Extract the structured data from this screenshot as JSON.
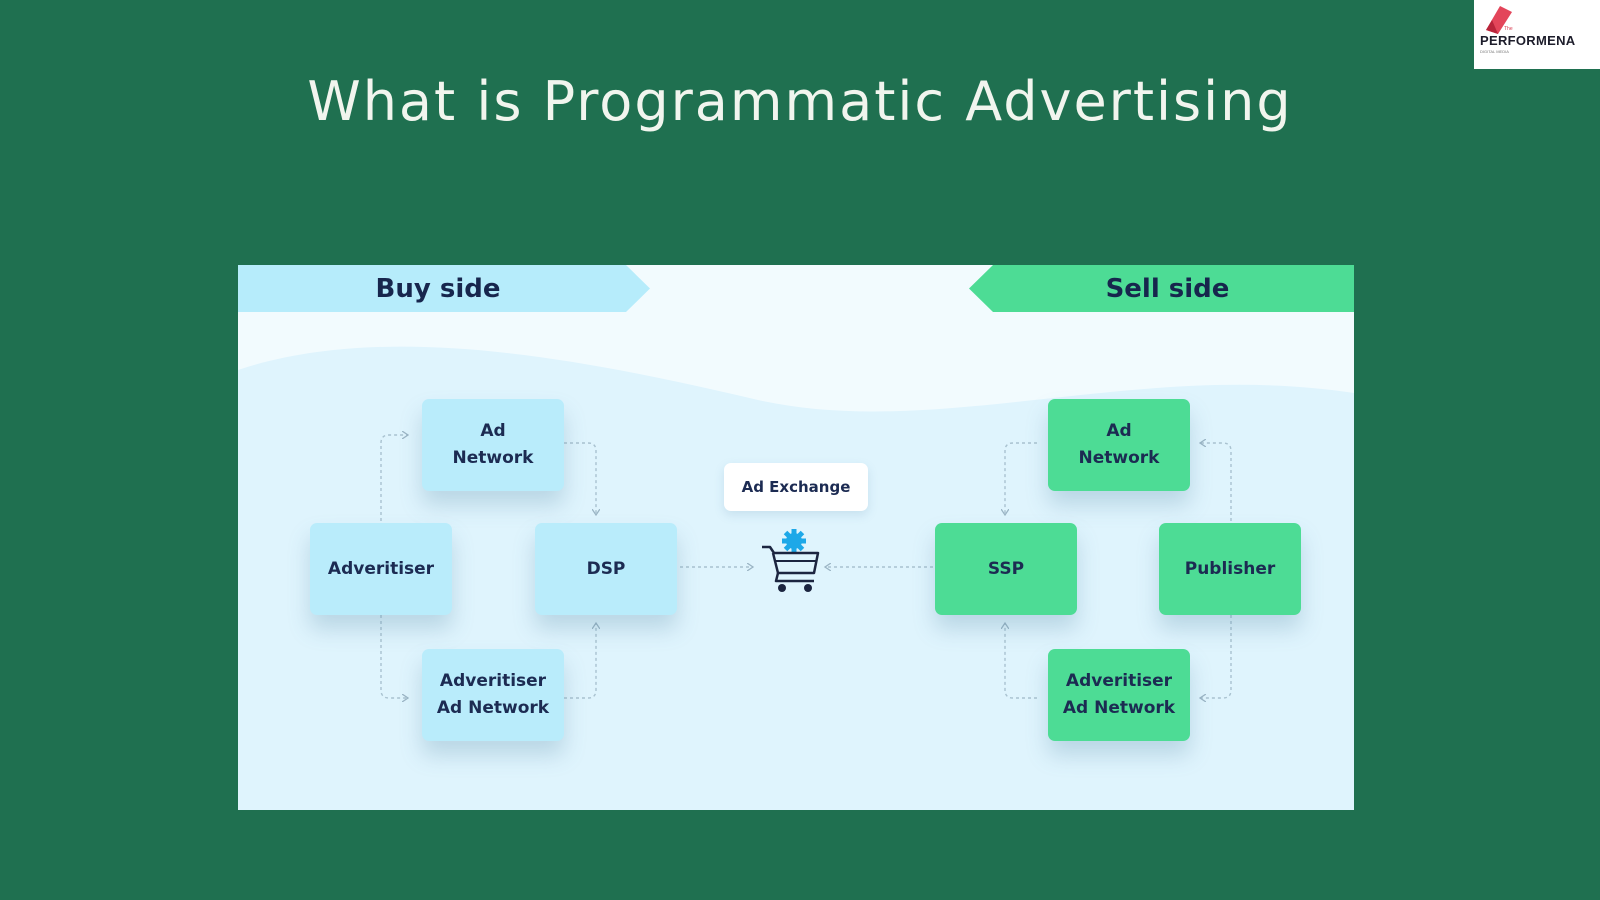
{
  "slide": {
    "title": "What is Programmatic Advertising"
  },
  "logo": {
    "small_text": "The",
    "name": "PERFORMENA",
    "tagline": "DIGITAL MEDIA",
    "icon": "performena-logo-mark",
    "accent_color": "#e3455a"
  },
  "colors": {
    "background": "#1f7050",
    "buy_side": "#b9ecfb",
    "sell_side": "#4ddc95",
    "text_dark": "#1c2b52"
  },
  "diagram": {
    "buy_side_label": "Buy side",
    "sell_side_label": "Sell side",
    "buy_nodes": {
      "ad_network": "Ad\nNetwork",
      "advertiser": "Adveritiser",
      "dsp": "DSP",
      "advertiser_ad_network": "Adveritiser\nAd Network"
    },
    "center": {
      "label": "Ad Exchange",
      "icon": "shopping-cart-gear-icon"
    },
    "sell_nodes": {
      "ad_network": "Ad\nNetwork",
      "ssp": "SSP",
      "publisher": "Publisher",
      "advertiser_ad_network": "Adveritiser\nAd Network"
    }
  }
}
